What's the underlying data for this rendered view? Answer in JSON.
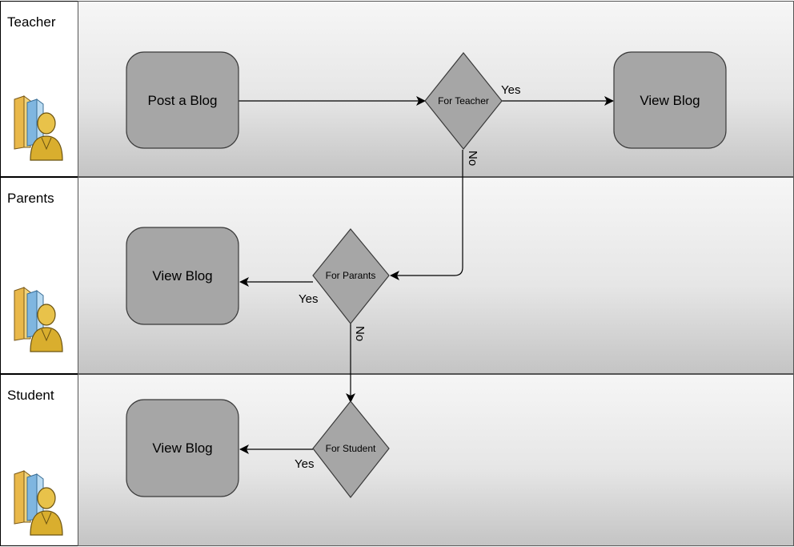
{
  "lanes": [
    {
      "label": "Teacher",
      "icon": "user-building-icon"
    },
    {
      "label": "Parents",
      "icon": "user-building-icon"
    },
    {
      "label": "Student",
      "icon": "user-building-icon"
    }
  ],
  "nodes": {
    "post_blog": "Post a Blog",
    "teacher_view": "View Blog",
    "parents_view": "View Blog",
    "student_view": "View Blog",
    "teacher_decision": "For Teacher",
    "parents_decision": "For Parants",
    "student_decision": "For Student"
  },
  "edges": {
    "teacher_yes": "Yes",
    "teacher_no": "No",
    "parents_yes": "Yes",
    "parents_no": "No",
    "student_yes": "Yes"
  },
  "colors": {
    "node_fill": "#a6a6a6",
    "node_stroke": "#3a3a3a",
    "lane_light": "#f4f4f4",
    "lane_dark": "#c9c9c9"
  }
}
